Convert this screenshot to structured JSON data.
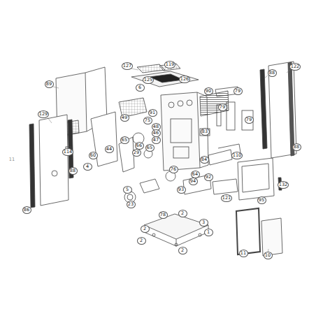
{
  "diagram": {
    "labels": [
      "127",
      "119",
      "126",
      "125",
      "6",
      "89",
      "129",
      "88",
      "122",
      "90",
      "79",
      "79",
      "79",
      "91",
      "49",
      "75",
      "48",
      "46",
      "47",
      "83",
      "66",
      "65",
      "65",
      "29",
      "44",
      "60",
      "114",
      "4",
      "110",
      "84",
      "88",
      "88",
      "76",
      "64",
      "92",
      "94",
      "93",
      "121",
      "95",
      "132",
      "5",
      "23",
      "86",
      "78",
      "2",
      "2",
      "3",
      "1",
      "2",
      "2",
      "11",
      "10",
      "11"
    ]
  }
}
